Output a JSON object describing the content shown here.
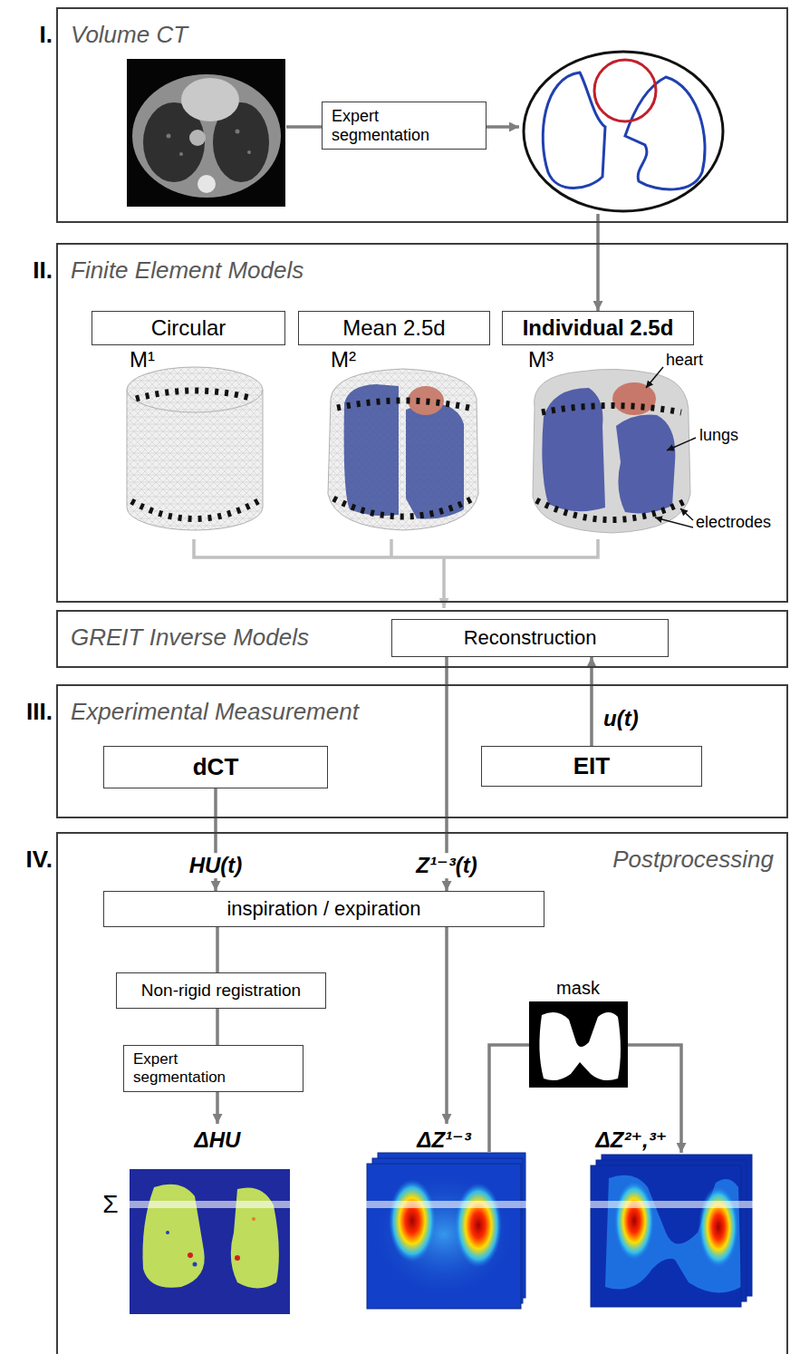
{
  "diagram": {
    "nodes": [
      {
        "text": [
          "I.",
          "Volume CT"
        ]
      },
      {
        "text": [
          "Expert segmentation"
        ],
        "in": 0
      },
      {
        "text": [
          "II.",
          "Finite Element Models"
        ]
      },
      {
        "text": [
          "Circular"
        ],
        "in": 2
      },
      {
        "text": [
          "Mean 2.5d"
        ],
        "in": 2
      },
      {
        "text": [
          "Individual 2.5d"
        ],
        "in": 2
      },
      {
        "text": [
          "GREIT Inverse Models"
        ]
      },
      {
        "text": [
          "Reconstruction"
        ],
        "in": 6
      },
      {
        "text": [
          "III.",
          "Experimental Measurement"
        ]
      },
      {
        "text": [
          "dCT"
        ],
        "in": 8
      },
      {
        "text": [
          "EIT"
        ],
        "in": 8
      },
      {
        "text": [
          "IV.",
          "Postprocessing"
        ]
      },
      {
        "text": [
          "inspiration / expiration"
        ],
        "in": 11
      },
      {
        "text": [
          "Non-rigid registration"
        ],
        "in": 11
      },
      {
        "text": [
          "Expert segmentation"
        ],
        "in": 11
      }
    ],
    "edges": [
      {
        "from": 10,
        "to": 7,
        "label": "u(t)",
        "arrow": "to"
      },
      {
        "from": 7,
        "to": 12,
        "label": "Z¹⁻³(t)",
        "arrow": "to"
      },
      {
        "from": 9,
        "to": 12,
        "label": "HU(t)",
        "arrow": "to"
      },
      {
        "from": 12,
        "to": 13,
        "arrow": "none"
      },
      {
        "from": 13,
        "to": 14,
        "arrow": "none"
      }
    ],
    "labels": [
      "M¹",
      "M²",
      "M³",
      "heart",
      "lungs",
      "electrodes",
      "mask",
      "ΔHU",
      "ΔZ¹⁻³",
      "ΔZ²⁺,³⁺",
      "Σ"
    ]
  }
}
